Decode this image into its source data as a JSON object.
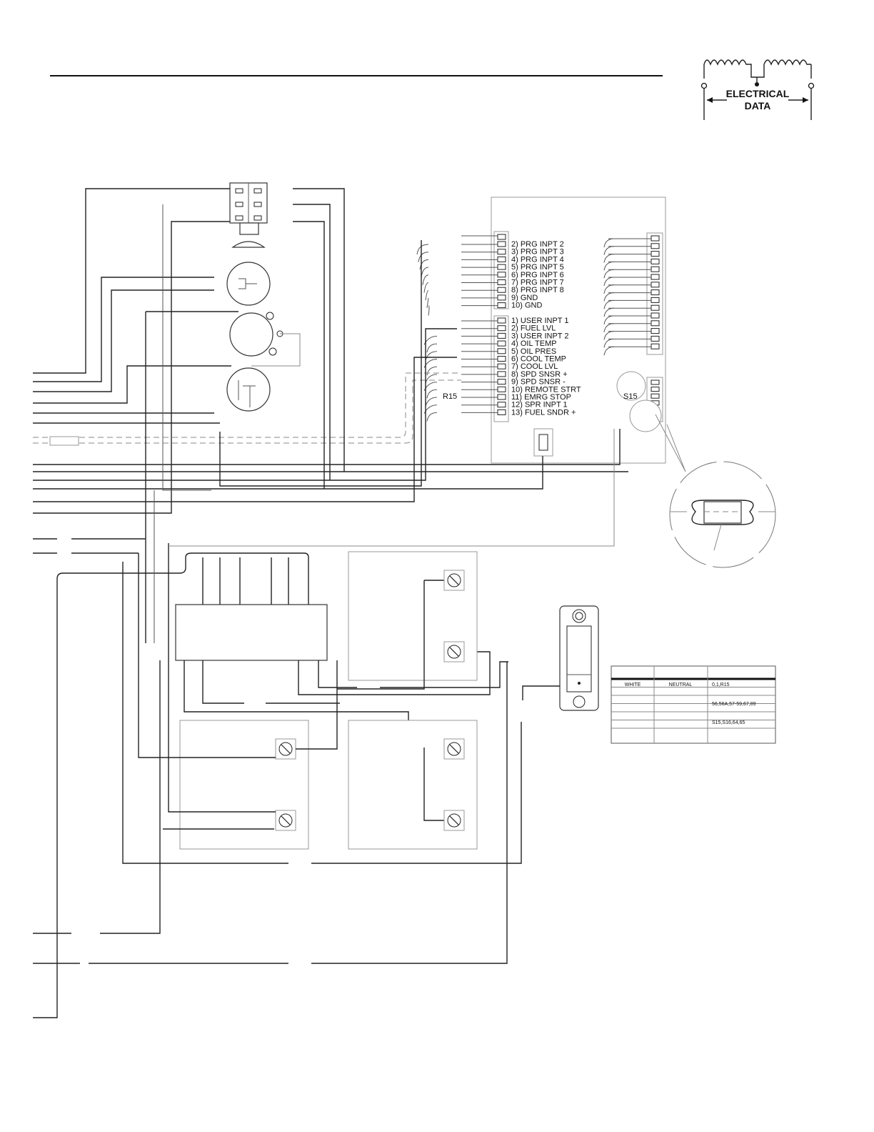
{
  "header": {
    "badge_line1": "ELECTRICAL",
    "badge_line2": "DATA"
  },
  "controller": {
    "prog_inputs": [
      "2) PRG INPT 2",
      "3) PRG INPT 3",
      "4) PRG INPT 4",
      "5) PRG INPT 5",
      "6) PRG INPT 6",
      "7) PRG INPT 7",
      "8) PRG INPT 8",
      "9) GND",
      "10) GND"
    ],
    "user_inputs": [
      "1) USER INPT 1",
      "2) FUEL LVL",
      "3) USER INPT 2",
      "4) OIL TEMP",
      "5) OIL PRES",
      "6) COOL TEMP",
      "7) COOL LVL",
      "8) SPD SNSR +",
      "9) SPD SNSR -",
      "10) REMOTE STRT",
      "11) EMRG STOP",
      "12) SPR INPT 1",
      "13) FUEL SNDR +"
    ],
    "r15_label": "R15",
    "s15_label": "S15"
  },
  "wire_table": {
    "rows": [
      [
        "",
        "",
        ""
      ],
      [
        "WHITE",
        "NEUTRAL",
        "0,1,R15"
      ],
      [
        "",
        "",
        ""
      ],
      [
        "",
        "",
        "56,56A,57-59,67,89"
      ],
      [
        "",
        "",
        ""
      ],
      [
        "",
        "",
        "S15,S16,64,65"
      ],
      [
        "",
        "",
        ""
      ],
      [
        "",
        "",
        ""
      ]
    ]
  }
}
